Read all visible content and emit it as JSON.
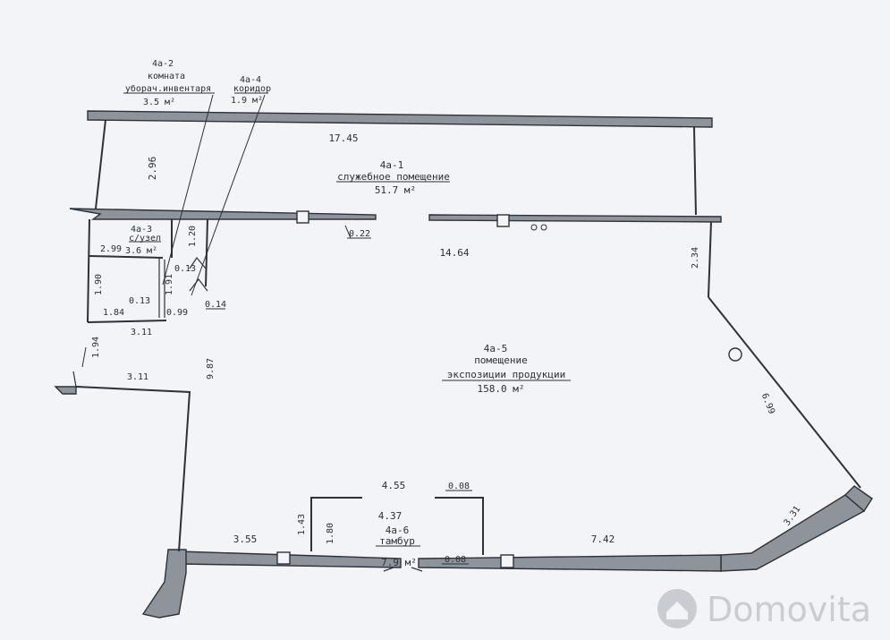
{
  "rooms": {
    "r2": {
      "id": "4a-2",
      "line1": "комната",
      "line2": "уборач.инвентаря",
      "area": "3.5 м²"
    },
    "r4": {
      "id": "4a-4",
      "line1": "коридор",
      "area": "1.9 м²"
    },
    "r1": {
      "id": "4a-1",
      "name": "служебное помещение",
      "area": "51.7 м²"
    },
    "r3": {
      "id": "4a-3",
      "name": "с/узел",
      "area": "3.6 м²"
    },
    "r5": {
      "id": "4a-5",
      "line1": "помещение",
      "line2": "экспозиции продукции",
      "area": "158.0 м²"
    },
    "r6": {
      "id": "4a-6",
      "name": "тамбур",
      "area": "7.9 м²"
    }
  },
  "dimensions": {
    "d1745": "17.45",
    "d296": "2.96",
    "d1464": "14.64",
    "d022": "0.22",
    "d299": "2.99",
    "d120": "1.20",
    "d013a": "0.13",
    "d190": "1.90",
    "d191": "1.91",
    "d013b": "0.13",
    "d184": "1.84",
    "d099": "0.99",
    "d014": "0.14",
    "d311a": "3.11",
    "d194": "1.94",
    "d311b": "3.11",
    "d987": "9.87",
    "d234": "2.34",
    "d699": "6.99",
    "d331": "3.31",
    "d455": "4.55",
    "d437": "4.37",
    "d008a": "0.08",
    "d008b": "0.08",
    "d143": "1.43",
    "d180": "1.80",
    "d355": "3.55",
    "d742": "7.42"
  },
  "watermark": {
    "text": "Domovita"
  }
}
